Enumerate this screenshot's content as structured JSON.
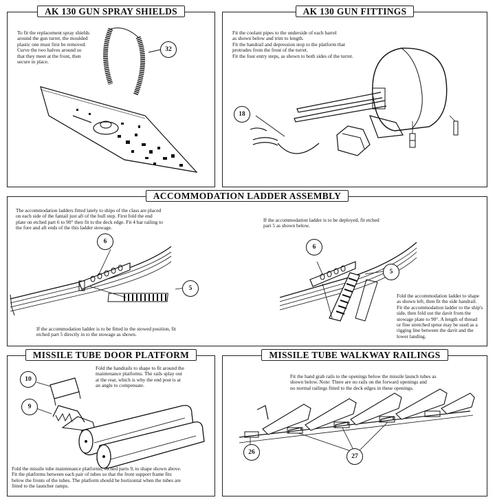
{
  "gun_spray_shields": {
    "title": "AK 130 GUN SPRAY SHIELDS",
    "text": "To fit the replacement spray shields\naround the gun turret, the moulded\nplastic one must first be removed.\nCurve the two halves around so\nthat they meet at the front, then\nsecure in place.",
    "part": "32"
  },
  "gun_fittings": {
    "title": "AK 130 GUN FITTINGS",
    "text": "Fit the coolant pipes to the underside of each barrel\nas shown below and trim to length.\nFit the handrail and depression stop to the platform that\nprotrudes from the front of the turret.\nFit the four entry steps, as shown to both sides of the turret.",
    "part": "18"
  },
  "ladder_assembly": {
    "title": "ACCOMMODATION LADDER ASSEMBLY",
    "text_intro": "The accommodation ladders fitted lately to ships of the class are placed\non each side of the fantail just aft of the hull step.  First fold the end\nplate on etched part 6 to 90° then fit to the deck edge. Fit 4 bar railing to\nthe fore and aft ends of the this ladder stowage.",
    "text_stowed": "If the accommodation ladder is to be fitted in the stowed position, fit\netched part 5 directly in to the stowage as shown.",
    "text_deployed": "If the accommodation ladder is to be deployed, fit etched\npart 5 as shown below.",
    "text_fold": "Fold the accommodation ladder to shape\nas shown left, then fit the side handrail.\nFit the accommodation ladder to the ship's\nside, then fold out the davit from the\nstowage plate to 90°. A length of thread\nor fine stretched sprue may be used as a\nrigging line between the davit and the\nlower landing.",
    "part_a": "6",
    "part_b": "5"
  },
  "door_platform": {
    "title": "MISSILE TUBE DOOR PLATFORM",
    "text_top": "Fold the handrails to shape to fit around the\nmaintenance platforms. The rails splay out\nat the rear, which is why the end post is at\nan angle to compensate.",
    "text_bottom": "Fold the missile tube maintenance platforms, etched parts 9, to shape shown above.\nFit the platforms between each pair of tubes so that the front support frame fits\nbelow the fronts of the tubes. The platform should be horizontal when the tubes are\nfitted to the launcher ramps.",
    "part_a": "10",
    "part_b": "9"
  },
  "walkway_railings": {
    "title": "MISSILE TUBE WALKWAY RAILINGS",
    "text": "Fit the hand grab rails to the openings below the missile launch tubes as\nshown below. Note: There are no rails on the forward openings and\nno normal railings fitted to the deck edges in these openings.",
    "part_a": "26",
    "part_b": "27"
  }
}
